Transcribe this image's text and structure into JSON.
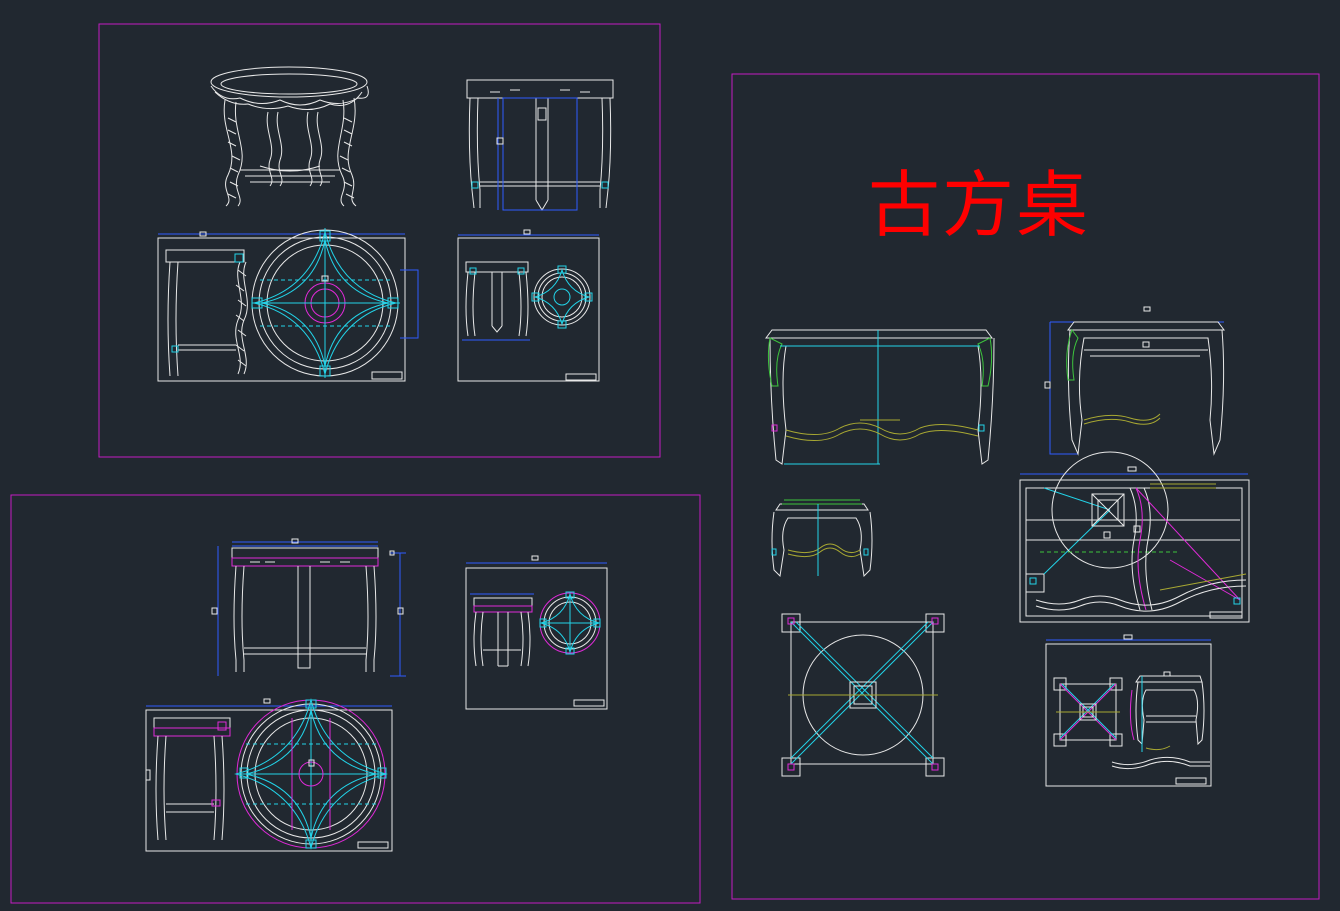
{
  "drawing": {
    "title": "古方桌",
    "colors": {
      "background": "#212830",
      "sheet_border": "#c21cc2",
      "line_white": "#e8e8e8",
      "line_cyan": "#22d3e8",
      "line_blue": "#2e5bff",
      "line_magenta": "#e02ad8",
      "line_yellow": "#a8a832",
      "line_green": "#3dc43d",
      "line_red": "#e02020",
      "title_red": "#ff0000"
    },
    "sheets": [
      {
        "name": "round-table-sheet-top",
        "views": [
          "perspective",
          "front-elevation",
          "section-and-plan",
          "small-sheet"
        ]
      },
      {
        "name": "round-table-sheet-bottom",
        "views": [
          "front-elevation",
          "section-and-plan",
          "small-sheet"
        ]
      },
      {
        "name": "square-table-sheet",
        "views": [
          "front-elevation",
          "side-elevation",
          "small-elevation",
          "plan",
          "detail-sheet",
          "small-sheet"
        ]
      }
    ]
  }
}
